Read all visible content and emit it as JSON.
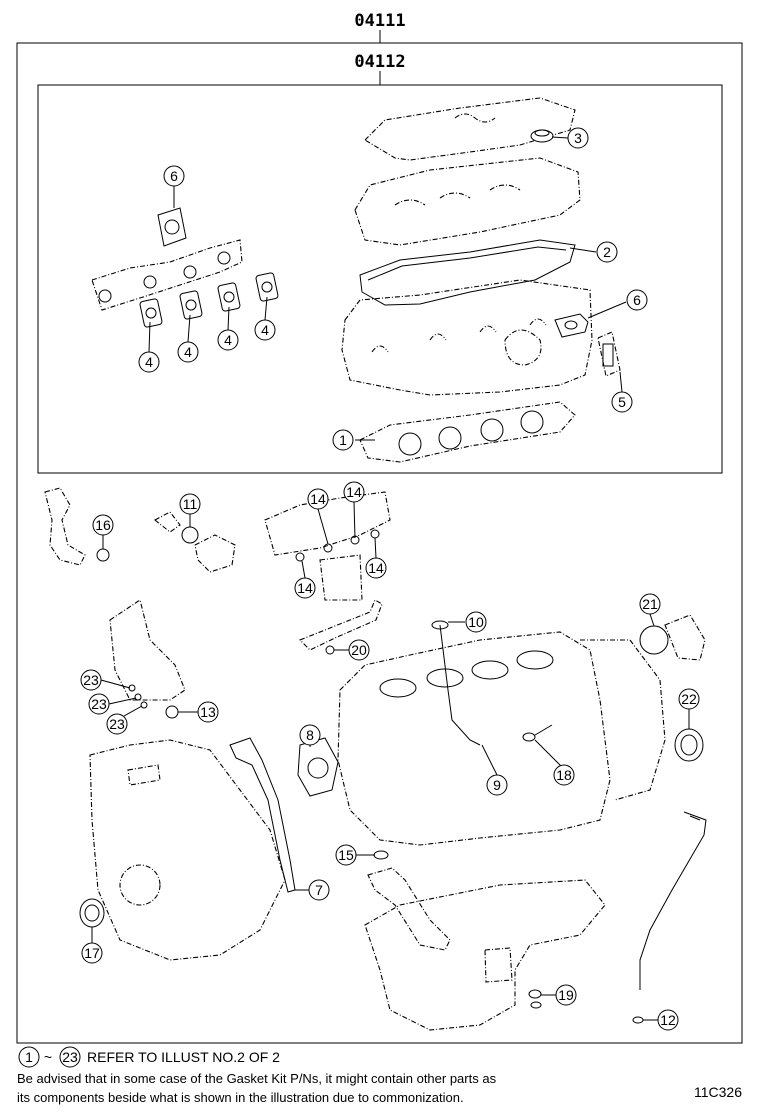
{
  "title_outer": "04111",
  "title_inner": "04112",
  "callouts": [
    {
      "n": "1"
    },
    {
      "n": "2"
    },
    {
      "n": "3"
    },
    {
      "n": "4"
    },
    {
      "n": "4"
    },
    {
      "n": "4"
    },
    {
      "n": "4"
    },
    {
      "n": "5"
    },
    {
      "n": "6"
    },
    {
      "n": "6"
    },
    {
      "n": "7"
    },
    {
      "n": "8"
    },
    {
      "n": "9"
    },
    {
      "n": "10"
    },
    {
      "n": "11"
    },
    {
      "n": "12"
    },
    {
      "n": "13"
    },
    {
      "n": "14"
    },
    {
      "n": "14"
    },
    {
      "n": "14"
    },
    {
      "n": "14"
    },
    {
      "n": "15"
    },
    {
      "n": "16"
    },
    {
      "n": "17"
    },
    {
      "n": "18"
    },
    {
      "n": "19"
    },
    {
      "n": "20"
    },
    {
      "n": "21"
    },
    {
      "n": "22"
    },
    {
      "n": "23"
    },
    {
      "n": "23"
    },
    {
      "n": "23"
    }
  ],
  "footer": {
    "range_from": "1",
    "range_sep": "~",
    "range_to": "23",
    "refer_text": "REFER TO ILLUST NO.2 OF 2",
    "note_line1": "Be advised that in some case of the Gasket Kit P/Ns,  it might contain other parts as",
    "note_line2": "its components beside what is shown in the illustration due to commonization."
  },
  "illustration_code": "11C326"
}
